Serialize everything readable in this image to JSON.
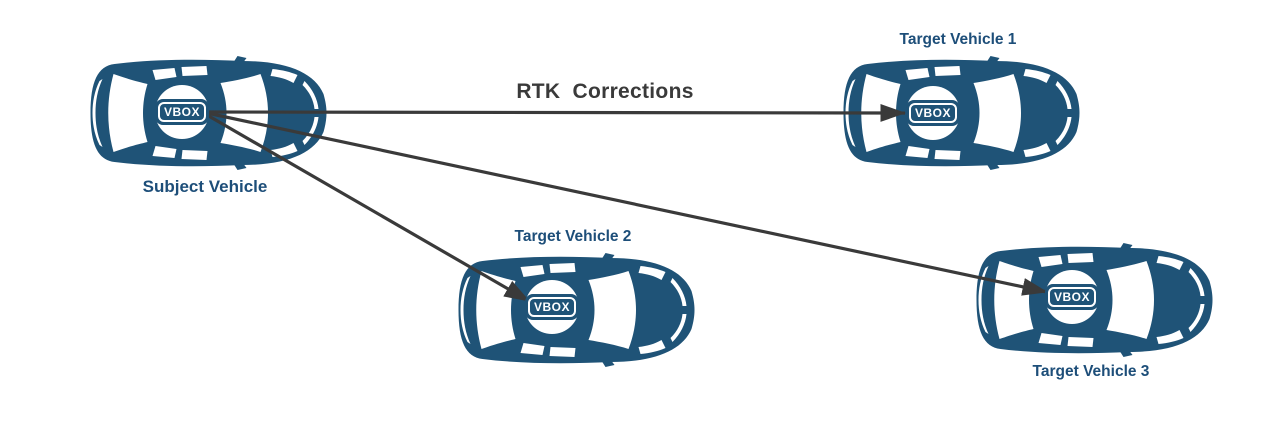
{
  "diagram": {
    "arrow_label": "RTK Corrections"
  },
  "colors": {
    "vehicle_body": "#1F5377",
    "vehicle_label_text": "#1D4E79",
    "arrow": "#3A3A3A",
    "badge_background": "#FFFFFF",
    "badge_text": "#FFFFFF"
  },
  "vehicles": [
    {
      "id": "subject",
      "label": "Subject Vehicle",
      "badge": "VBOX",
      "label_position": "below"
    },
    {
      "id": "target-1",
      "label": "Target Vehicle 1",
      "badge": "VBOX",
      "label_position": "above"
    },
    {
      "id": "target-2",
      "label": "Target Vehicle 2",
      "badge": "VBOX",
      "label_position": "above"
    },
    {
      "id": "target-3",
      "label": "Target Vehicle 3",
      "badge": "VBOX",
      "label_position": "below"
    }
  ],
  "connections": [
    {
      "from": "Subject Vehicle",
      "to": "Target Vehicle 1",
      "label": "RTK Corrections"
    },
    {
      "from": "Subject Vehicle",
      "to": "Target Vehicle 2",
      "label": ""
    },
    {
      "from": "Subject Vehicle",
      "to": "Target Vehicle 3",
      "label": ""
    }
  ]
}
